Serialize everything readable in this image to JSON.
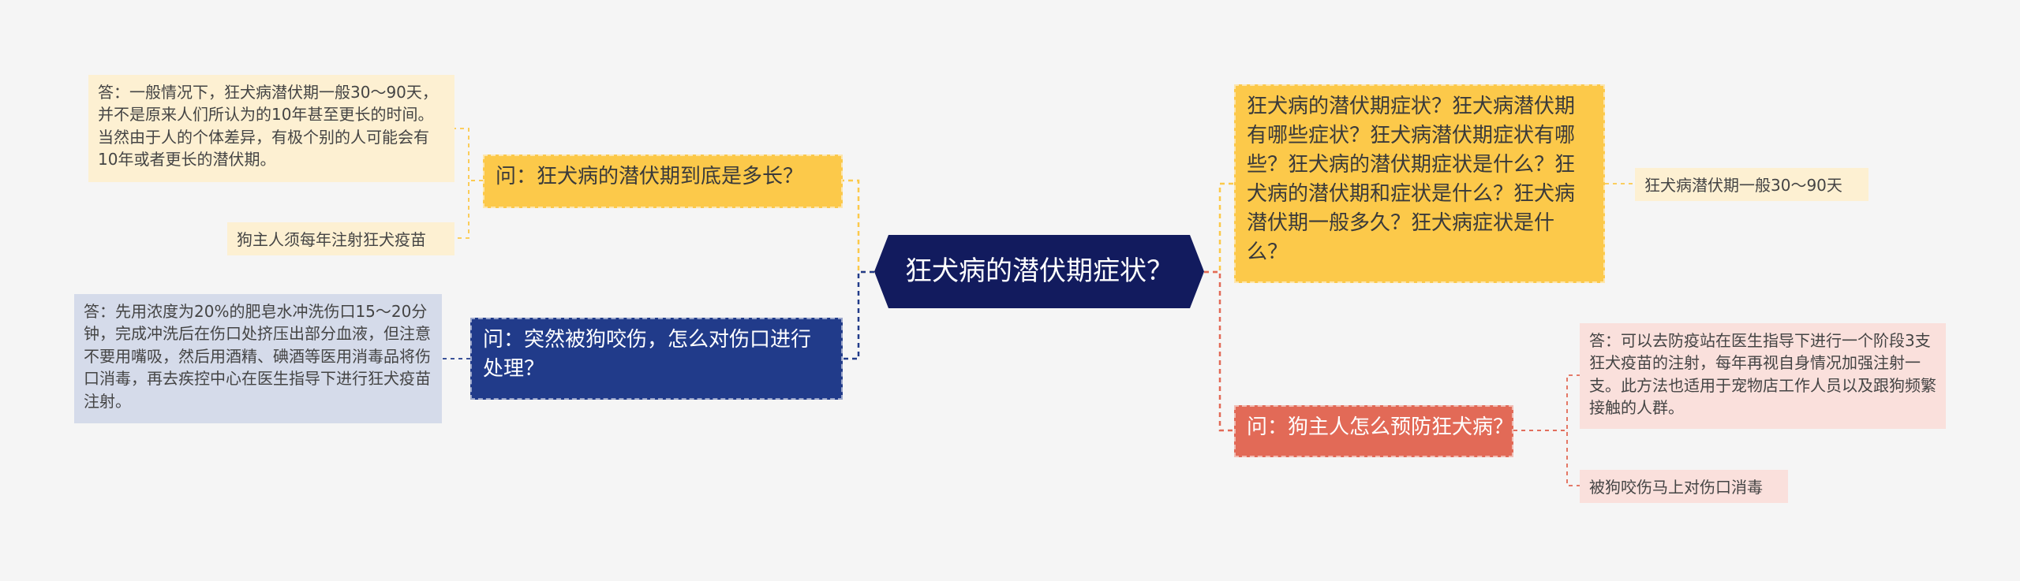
{
  "root": {
    "title": "狂犬病的潜伏期症状？"
  },
  "left": {
    "q1": {
      "label": "问：狂犬病的潜伏期到底是多长？",
      "answer": "答：一般情况下，狂犬病潜伏期一般30～90天，并不是原来人们所认为的10年甚至更长的时间。当然由于人的个体差异，有极个别的人可能会有10年或者更长的潜伏期。",
      "note": "狗主人须每年注射狂犬疫苗"
    },
    "q2": {
      "label": "问：突然被狗咬伤，怎么对伤口进行处理？",
      "answer": "答：先用浓度为20%的肥皂水冲洗伤口15～20分钟，完成冲洗后在伤口处挤压出部分血液，但注意不要用嘴吸，然后用酒精、碘酒等医用消毒品将伤口消毒，再去疾控中心在医生指导下进行狂犬疫苗注射。"
    }
  },
  "right": {
    "q3": {
      "label": "狂犬病的潜伏期症状？狂犬病潜伏期有哪些症状？狂犬病潜伏期症状有哪些？狂犬病的潜伏期症状是什么？狂犬病的潜伏期和症状是什么？狂犬病潜伏期一般多久？狂犬病症状是什么？",
      "answer": "狂犬病潜伏期一般30～90天"
    },
    "q4": {
      "label": "问：狗主人怎么预防狂犬病？",
      "answer": "答：可以去防疫站在医生指导下进行一个阶段3支狂犬疫苗的注射，每年再视自身情况加强注射一支。此方法也适用于宠物店工作人员以及跟狗频繁接触的人群。",
      "note": "被狗咬伤马上对伤口消毒"
    }
  },
  "colors": {
    "yellow": "#fcc94a",
    "navy": "#213b8a",
    "red": "#e26a57",
    "root": "#121b5e"
  }
}
